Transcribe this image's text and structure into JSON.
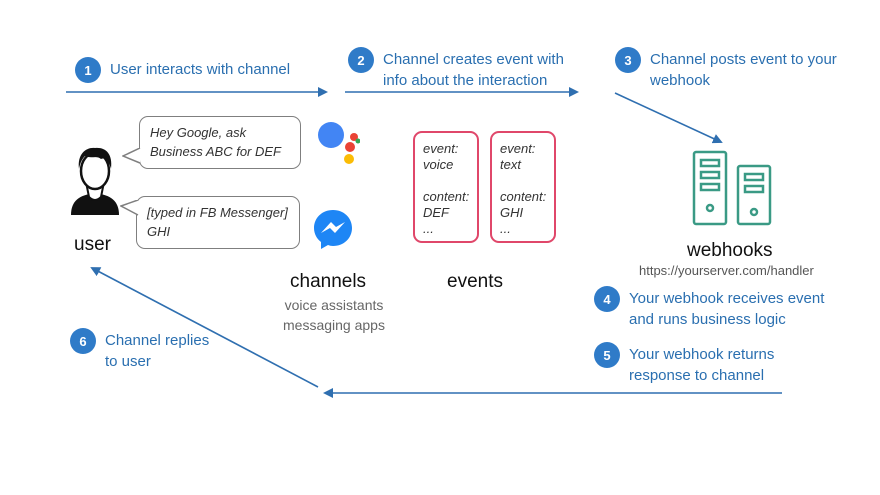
{
  "steps": [
    {
      "num": "1",
      "text": "User interacts with channel"
    },
    {
      "num": "2",
      "text": "Channel creates event with\ninfo about the interaction"
    },
    {
      "num": "3",
      "text": "Channel posts event to your\nwebhook"
    },
    {
      "num": "4",
      "text": "Your webhook receives event\nand runs business logic"
    },
    {
      "num": "5",
      "text": "Your webhook returns\nresponse to channel"
    },
    {
      "num": "6",
      "text": "Channel replies\nto user"
    }
  ],
  "bubbles": [
    {
      "text": "Hey Google, ask\nBusiness ABC for DEF"
    },
    {
      "text": "[typed in FB Messenger]\nGHI"
    }
  ],
  "user": {
    "label": "user"
  },
  "channels": {
    "label": "channels",
    "sub1": "voice assistants",
    "sub2": "messaging apps"
  },
  "events": {
    "label": "events",
    "cards": [
      {
        "l1": "event:",
        "l2": "voice",
        "l3": "content:",
        "l4": "DEF",
        "l5": "..."
      },
      {
        "l1": "event:",
        "l2": "text",
        "l3": "content:",
        "l4": "GHI",
        "l5": "..."
      }
    ]
  },
  "webhooks": {
    "label": "webhooks",
    "url": "https://yourserver.com/handler"
  },
  "colors": {
    "step_text": "#2a6fb0",
    "step_badge": "#2f7bc8",
    "arrow": "#2f6fb0",
    "event_border": "#e0476a",
    "server": "#3a9a85"
  },
  "icons": [
    "user-silhouette-icon",
    "google-assistant-icon",
    "messenger-icon",
    "server-icon"
  ]
}
